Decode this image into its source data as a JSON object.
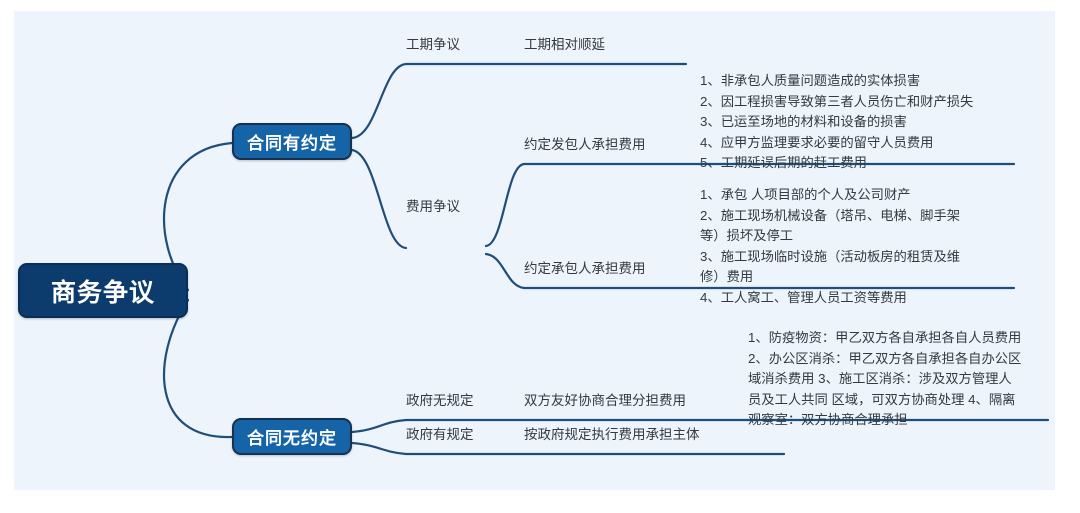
{
  "canvas": {
    "background": "#edf4fc",
    "page_background": "#ffffff",
    "line_color": "#1f4e79",
    "root_color": "#0c3c6e",
    "branch_color": "#1564a8",
    "text_color": "#333a42"
  },
  "root": {
    "label": "商务争议"
  },
  "branches": [
    {
      "id": "with-agreement",
      "label": "合同有约定"
    },
    {
      "id": "without-agreement",
      "label": "合同无约定"
    }
  ],
  "topics": {
    "schedule_dispute": "工期争议",
    "cost_dispute": "费用争议",
    "no_gov_rule": "政府无规定",
    "has_gov_rule": "政府有规定"
  },
  "leaves": {
    "schedule_extension": "工期相对顺延",
    "employer_bears_cost": "约定发包人承担费用",
    "contractor_bears_cost": "约定承包人承担费用",
    "negotiate_share": "双方友好协商合理分担费用",
    "follow_gov_rule": "按政府规定执行费用承担主体"
  },
  "details": {
    "employer_items": "1、非承包人质量问题造成的实体损害\n2、因工程损害导致第三者人员伤亡和财产损失\n3、已运至场地的材料和设备的损害\n4、应甲方监理要求必要的留守人员费用\n5、工期延误后期的赶工费用",
    "contractor_items": "1、承包 人项目部的个人及公司财产\n2、施工现场机械设备（塔吊、电梯、脚手架等）损坏及停工\n3、施工现场临时设施（活动板房的租赁及维修）费用\n4、工人窝工、管理人员工资等费用",
    "epidemic_items": "1、防疫物资：甲乙双方各自承担各自人员费用 2、办公区消杀：甲乙双方各自承担各自办公区域消杀费用 3、施工区消杀：涉及双方管理人员及工人共同 区域，可双方协商处理 4、隔离观察室：双方协商合理承担"
  }
}
